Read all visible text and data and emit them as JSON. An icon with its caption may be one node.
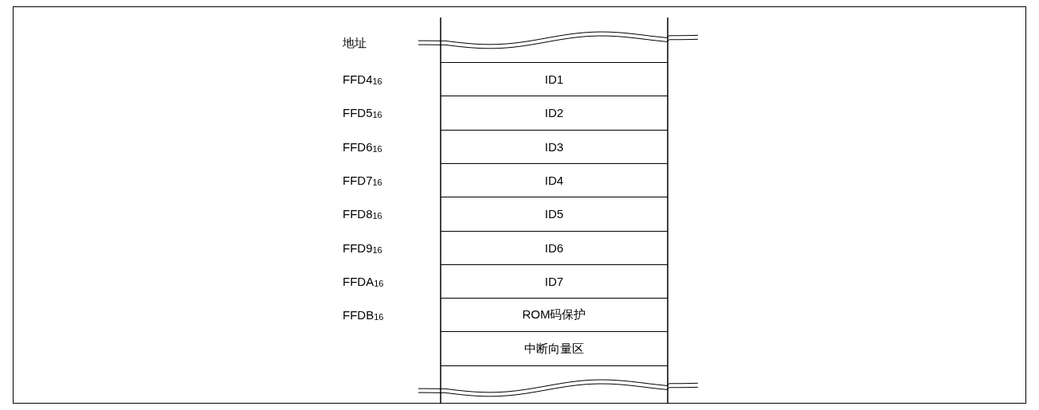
{
  "diagram": {
    "nodes": [
      {
        "text": [
          "ID1"
        ]
      },
      {
        "text": [
          "ID2"
        ]
      },
      {
        "text": [
          "ID3"
        ]
      },
      {
        "text": [
          "ID4"
        ]
      },
      {
        "text": [
          "ID5"
        ]
      },
      {
        "text": [
          "ID6"
        ]
      },
      {
        "text": [
          "ID7"
        ]
      },
      {
        "text": [
          "ROM码保护"
        ]
      },
      {
        "text": [
          "中断向量区"
        ]
      }
    ],
    "edges": [],
    "labels": [
      "地址",
      "FFD4$_{16}$",
      "FFD5$_{16}$",
      "FFD6$_{16}$",
      "FFD7$_{16}$",
      "FFD8$_{16}$",
      "FFD9$_{16}$",
      "FFDA$_{16}$",
      "FFDB$_{16}$"
    ]
  }
}
